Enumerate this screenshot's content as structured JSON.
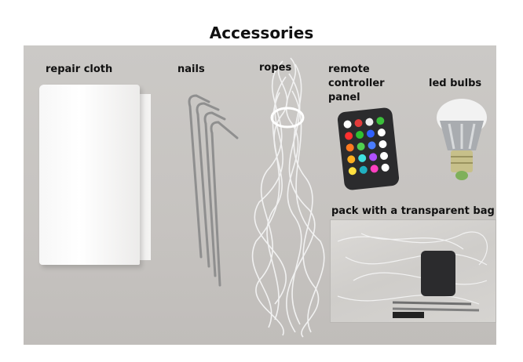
{
  "title": "Accessories",
  "labels": {
    "repair_cloth": "repair cloth",
    "nails": "nails",
    "ropes": "ropes",
    "remote_line1": "remote",
    "remote_line2": "controller",
    "remote_line3": "panel",
    "led_bulbs": "led bulbs",
    "pack": "pack with a transparent bag"
  },
  "colors": {
    "background": "#c8c6c3",
    "cloth": "#ffffff",
    "remote_body": "#2b2b2d",
    "bulb_globe": "#f2f2f2",
    "bulb_fins": "#a9acb0",
    "bulb_base": "#c7c08a"
  },
  "remote_buttons": [
    "#ffffff",
    "#e23b3b",
    "#eeeeee",
    "#3bbf3b",
    "#ff3030",
    "#30c030",
    "#3060ff",
    "#ffffff",
    "#ff7a20",
    "#50d050",
    "#4a7cff",
    "#ffffff",
    "#ffb020",
    "#40e0e0",
    "#b050ff",
    "#ffffff",
    "#ffe040",
    "#20b0c0",
    "#ff40c0",
    "#ffffff"
  ]
}
